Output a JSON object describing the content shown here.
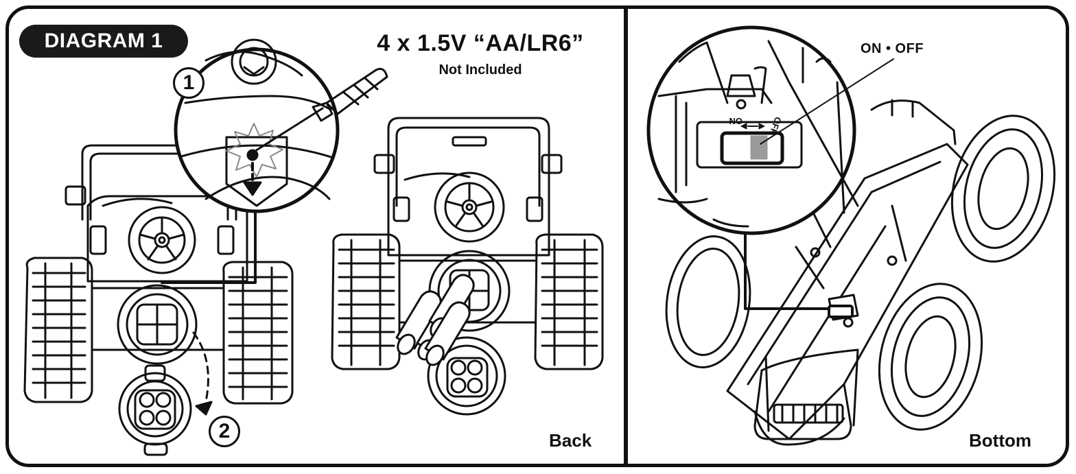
{
  "header": {
    "diagram_label": "DIAGRAM 1"
  },
  "battery": {
    "spec": "4 x 1.5V  “AA/LR6”",
    "note": "Not Included"
  },
  "steps": {
    "one": "1",
    "two": "2"
  },
  "switch": {
    "label": "ON • OFF",
    "left_mark": "ON",
    "right_mark": "OFF"
  },
  "captions": {
    "back": "Back",
    "bottom": "Bottom"
  },
  "colors": {
    "ink": "#111111",
    "switch_fill": "#9a9a9a",
    "paper": "#ffffff"
  }
}
